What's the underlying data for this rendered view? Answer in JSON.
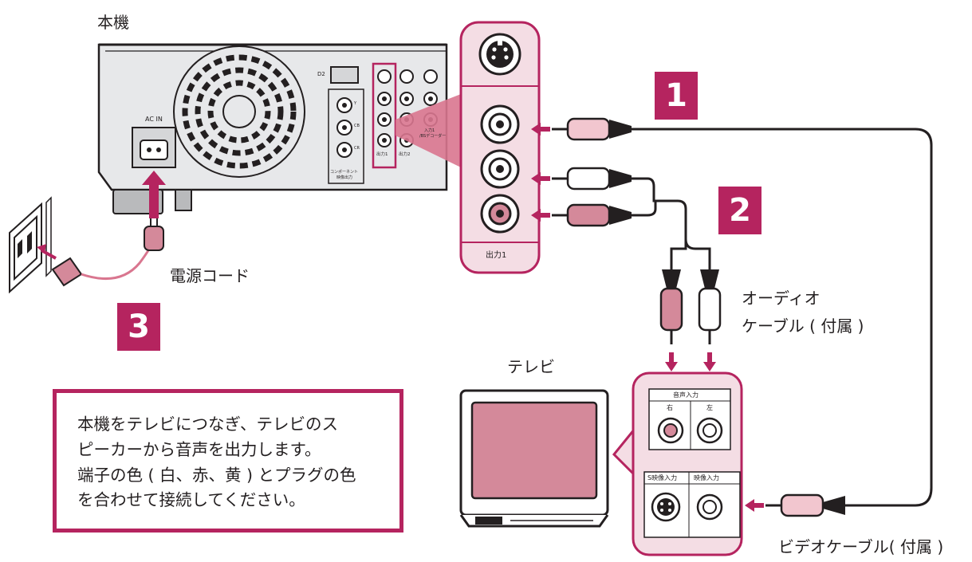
{
  "labels": {
    "unit": "本機",
    "power_cord": "電源コード",
    "audio_cable_line1": "オーディオ",
    "audio_cable_line2": "ケーブル ( 付属 )",
    "tv": "テレビ",
    "video_cable": "ビデオケーブル( 付属 )"
  },
  "steps": [
    "1",
    "2",
    "3"
  ],
  "panel_labels": {
    "ac_in": "AC IN",
    "d2": "D2",
    "component_line1": "コンポーネント",
    "component_line2": "映像出力",
    "jack_y": "Y",
    "jack_cb": "CB",
    "jack_cr": "CR",
    "out1": "出力1",
    "out2": "出力2",
    "in1_line1": "入力1",
    "in1_line2": "/BSデコーダー"
  },
  "zoom_label": "出力1",
  "tv_panel": {
    "audio_in": "音声入力",
    "right": "右",
    "left": "左",
    "s_video_in": "S映像入力",
    "video_in": "映像入力"
  },
  "instruction_lines": [
    "本機をテレビにつなぎ、テレビのス",
    "ピーカーから音声を出力します。",
    "端子の色 ( 白、赤、黄 ) とプラグの色",
    "を合わせて接続してください。"
  ],
  "colors": {
    "accent": "#b5245f",
    "pink_fill": "#f4dde4",
    "red_plug": "#d4899a",
    "tv_screen": "#d4899a"
  }
}
